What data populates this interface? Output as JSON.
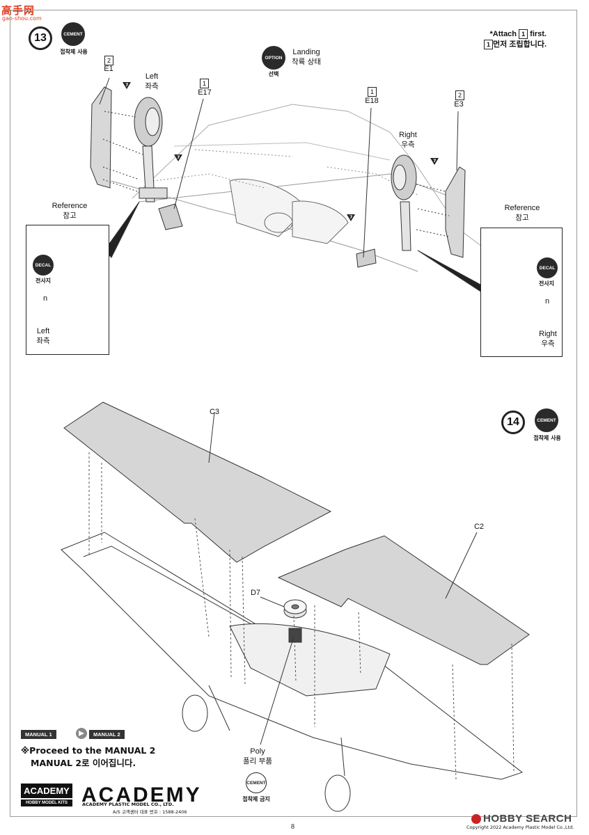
{
  "watermark": {
    "site_cn": "高手网",
    "site_url": "gao-shou.com"
  },
  "step13": {
    "number": "13",
    "cement_badge": "CEMENT",
    "cement_caption": "접착제 사용",
    "option_badge": "OPTION",
    "option_caption": "선택",
    "landing_en": "Landing",
    "landing_ko": "착륙 상태",
    "note_line1_prefix": "*Attach",
    "note_line1_suffix": "first.",
    "note_line2_suffix": "먼저 조립합니다.",
    "note_ref": "1",
    "parts": {
      "e1_order": "2",
      "e1": "E1",
      "e17_order": "1",
      "e17": "E17",
      "e18_order": "1",
      "e18": "E18",
      "e3_order": "2",
      "e3": "E3",
      "left_en": "Left",
      "left_ko": "좌측",
      "right_en": "Right",
      "right_ko": "우측"
    },
    "ref_left": {
      "title_en": "Reference",
      "title_ko": "참고",
      "decal_badge": "DECAL",
      "decal_caption": "전사지",
      "marker": "n",
      "side_en": "Left",
      "side_ko": "좌측"
    },
    "ref_right": {
      "title_en": "Reference",
      "title_ko": "참고",
      "decal_badge": "DECAL",
      "decal_caption": "전사지",
      "marker": "n",
      "side_en": "Right",
      "side_ko": "우측"
    },
    "glue_marker": "7"
  },
  "step14": {
    "number": "14",
    "cement_badge": "CEMENT",
    "cement_caption": "접착제 사용",
    "parts": {
      "c3": "C3",
      "c2": "C2",
      "d7": "D7",
      "poly_en": "Poly",
      "poly_ko": "폴리 부품"
    },
    "no_cement_badge": "CEMENT",
    "no_cement_caption": "접착제 금지"
  },
  "footer": {
    "manual_from": "MANUAL 1",
    "manual_to": "MANUAL 2",
    "proceed_en": "※Proceed to the MANUAL 2",
    "proceed_ko": "MANUAL 2로 이어집니다.",
    "logo_box_top": "ACADEMY",
    "logo_box_bottom": "HOBBY MODEL KITS",
    "logo_word": "ACADEMY",
    "company": "ACADEMY PLASTIC MODEL CO., LTD.",
    "service": "A/S 고객센터 대표 번호 : 1588-2406",
    "page_number": "8",
    "hobbysearch": "HOBBY SEARCH",
    "copyright": "Copyright 2022 Academy Plastic Model Co.,Ltd."
  }
}
